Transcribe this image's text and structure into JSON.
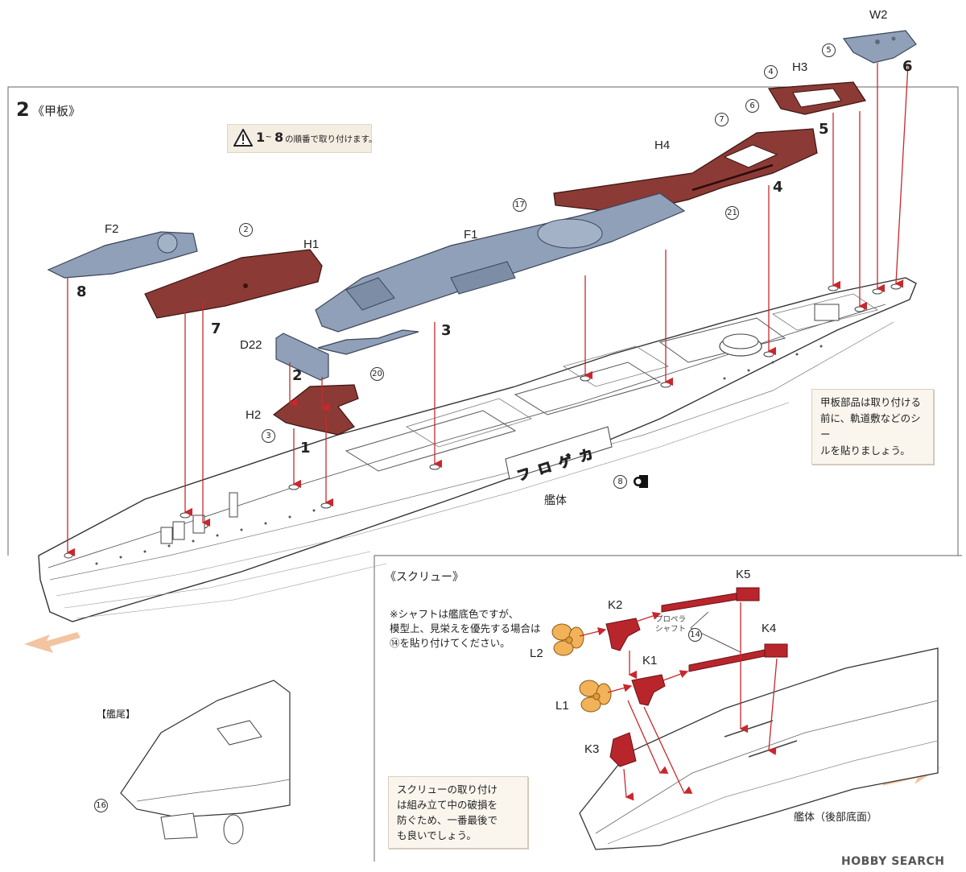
{
  "section": {
    "number": "2",
    "title": "《甲板》"
  },
  "warning": {
    "range_start": "1",
    "range_sep": "~",
    "range_end": "8",
    "text": "の順番で取り付けます。"
  },
  "parts": {
    "W2": "W2",
    "H3": "H3",
    "H4": "H4",
    "F1": "F1",
    "F2": "F2",
    "H1": "H1",
    "D22": "D22",
    "H2": "H2",
    "K5": "K5",
    "K2": "K2",
    "K1": "K1",
    "K4": "K4",
    "L2": "L2",
    "L1": "L1",
    "K3": "K3"
  },
  "steps": [
    "1",
    "2",
    "3",
    "4",
    "5",
    "6",
    "7",
    "8"
  ],
  "circled": {
    "c2": "2",
    "c3": "3",
    "c4": "4",
    "c5": "5",
    "c6": "6",
    "c7": "7",
    "c8": "8",
    "c14": "14",
    "c14b": "14",
    "c16": "16",
    "c17": "17",
    "c20": "20",
    "c21": "21"
  },
  "hull_marking": "フ ロ ゲ カ",
  "hull_label": "艦体",
  "deck_note": [
    "甲板部品は取り付ける",
    "前に、軌道敷などのシー",
    "ルを貼りましょう。"
  ],
  "screw": {
    "title": "《スクリュー》",
    "note": [
      "※シャフトは艦底色ですが、",
      "模型上、見栄えを優先する場合は",
      "⑭を貼り付けてください。"
    ],
    "propeller_shaft": [
      "プロペラ",
      "シャフト"
    ],
    "hull_bottom_label": "艦体（後部底面）",
    "install_note": [
      "スクリューの取り付け",
      "は組み立て中の破損を",
      "防ぐため、一番最後で",
      "も良いでしょう。"
    ]
  },
  "stern": {
    "title": "【艦尾】"
  },
  "watermark": "HOBBY SEARCH",
  "colors": {
    "deck_red": "#8c3a35",
    "deck_gray": "#8fa0b8",
    "arrow_red": "#c8282d",
    "propeller": "#f2b25a",
    "part_red": "#b8262c"
  }
}
